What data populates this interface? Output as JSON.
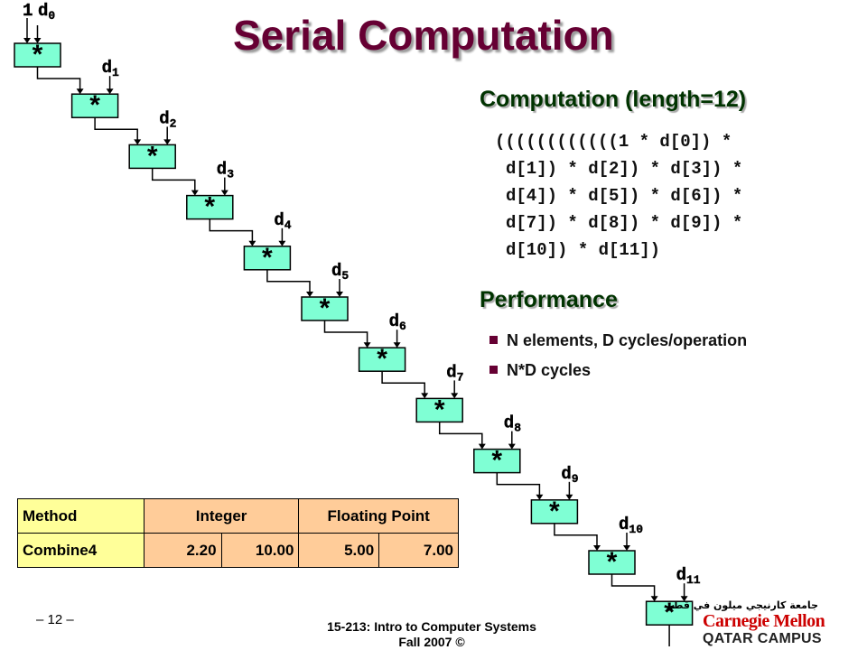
{
  "slide": {
    "title": "Serial Computation",
    "computation_heading": "Computation (length=12)",
    "expression_lines": [
      "((((((((((((1 * d[0]) *",
      "d[1]) * d[2]) * d[3]) *",
      "d[4]) * d[5]) * d[6]) *",
      "d[7]) * d[8]) * d[9]) *",
      "d[10]) * d[11])"
    ],
    "performance_heading": "Performance",
    "performance_bullets": [
      "N elements, D cycles/operation",
      "N*D cycles"
    ]
  },
  "diagram": {
    "initial_label": "1",
    "operator": "*",
    "inputs": [
      {
        "base": "d",
        "sub": "0"
      },
      {
        "base": "d",
        "sub": "1"
      },
      {
        "base": "d",
        "sub": "2"
      },
      {
        "base": "d",
        "sub": "3"
      },
      {
        "base": "d",
        "sub": "4"
      },
      {
        "base": "d",
        "sub": "5"
      },
      {
        "base": "d",
        "sub": "6"
      },
      {
        "base": "d",
        "sub": "7"
      },
      {
        "base": "d",
        "sub": "8"
      },
      {
        "base": "d",
        "sub": "9"
      },
      {
        "base": "d",
        "sub": "10"
      },
      {
        "base": "d",
        "sub": "11"
      }
    ]
  },
  "table": {
    "headers": {
      "method": "Method",
      "integer": "Integer",
      "floating_point": "Floating Point"
    },
    "rows": [
      {
        "method": "Combine4",
        "values": [
          "2.20",
          "10.00",
          "5.00",
          "7.00"
        ]
      }
    ]
  },
  "footer": {
    "page_number": "– 12 –",
    "course": "15-213: Intro to Computer Systems",
    "term": "Fall 2007 ©"
  },
  "logo": {
    "arabic": "جامعة كارنيجي ميلون في قطر",
    "name": "Carnegie Mellon",
    "campus": "QATAR CAMPUS"
  },
  "colors": {
    "title": "#660033",
    "heading": "#003300",
    "multiplier_fill": "#7fffd4",
    "table_header": "#ffcc99",
    "table_method_column": "#ffff99",
    "logo_red": "#cc0000"
  }
}
